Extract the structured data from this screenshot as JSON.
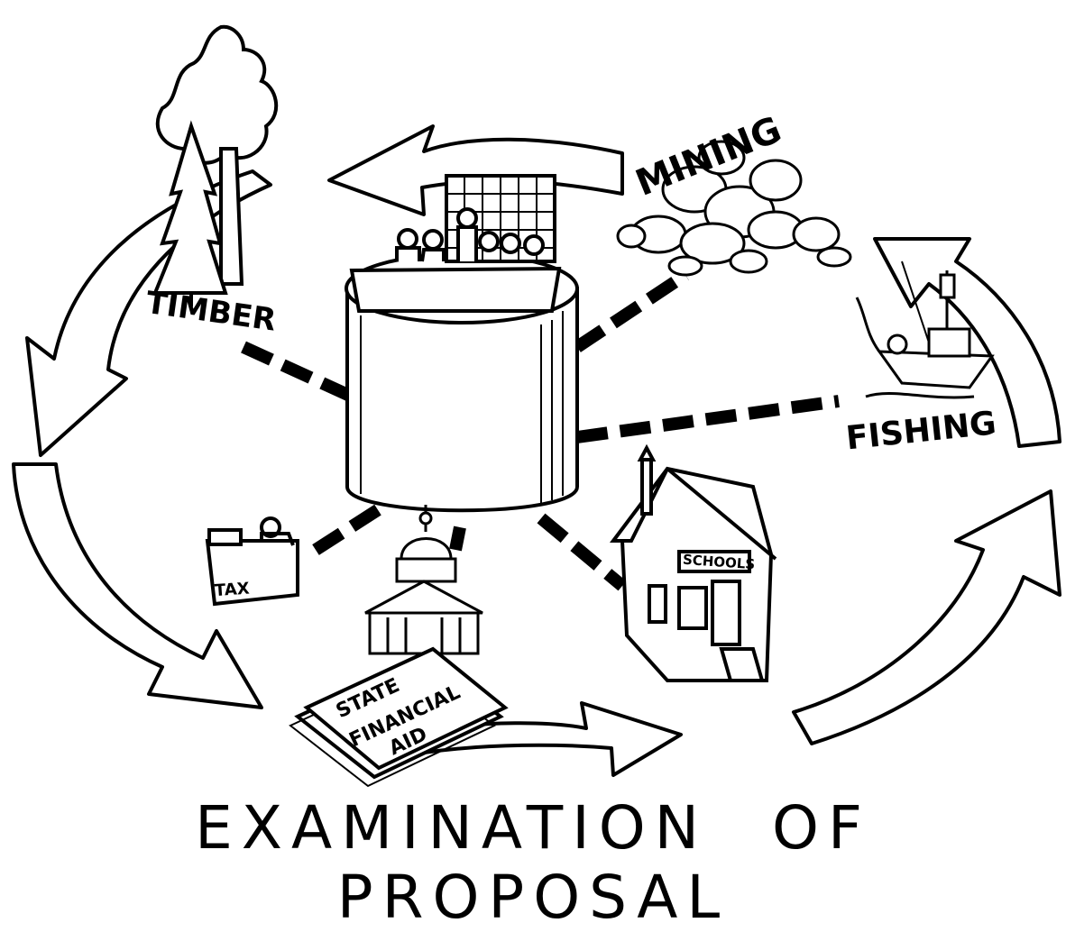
{
  "caption": "EXAMINATION OF PROPOSAL",
  "labels": {
    "timber": "TIMBER",
    "mining": "MINING",
    "fishing": "FISHING",
    "tax": "TAX",
    "schools": "SCHOOLS",
    "state_aid_line1": "STATE",
    "state_aid_line2": "FINANCIAL",
    "state_aid_line3": "AID"
  },
  "icons": {
    "center": "meeting-table-on-cylinder",
    "timber": "trees-icon",
    "mining": "rock-pile-icon",
    "fishing": "fishing-boat-icon",
    "schools": "schoolhouse-icon",
    "state": "capitol-building-icon",
    "tax": "desk-worker-icon",
    "aid": "document-stack-icon"
  },
  "colors": {
    "ink": "#000000",
    "paper": "#ffffff"
  }
}
